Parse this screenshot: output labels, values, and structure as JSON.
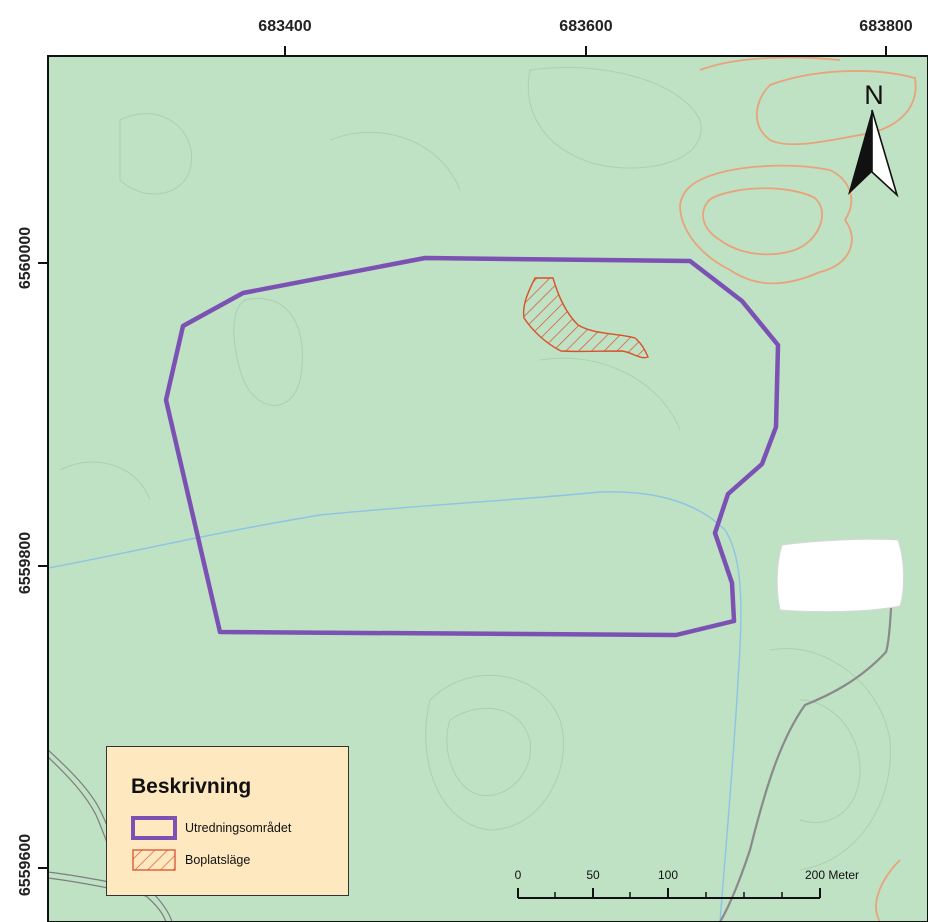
{
  "map": {
    "x_ticks": [
      "683400",
      "683600",
      "683800"
    ],
    "y_ticks": [
      "6560000",
      "6559800",
      "6559600"
    ],
    "north_label": "N",
    "colors": {
      "land": "#bfe1c4",
      "study_area_outline": "#7b52b3",
      "site_hatch": "#d9512c",
      "contour": "#e8a37b",
      "stream": "#8ec3e6",
      "road": "#8a8a8a",
      "legend_bg": "#fde8bf"
    }
  },
  "legend": {
    "title": "Beskrivning",
    "items": [
      {
        "label": "Utredningsområdet"
      },
      {
        "label": "Boplatsläge"
      }
    ]
  },
  "scale_bar": {
    "labels": [
      "0",
      "50",
      "100",
      "200 Meter"
    ]
  }
}
